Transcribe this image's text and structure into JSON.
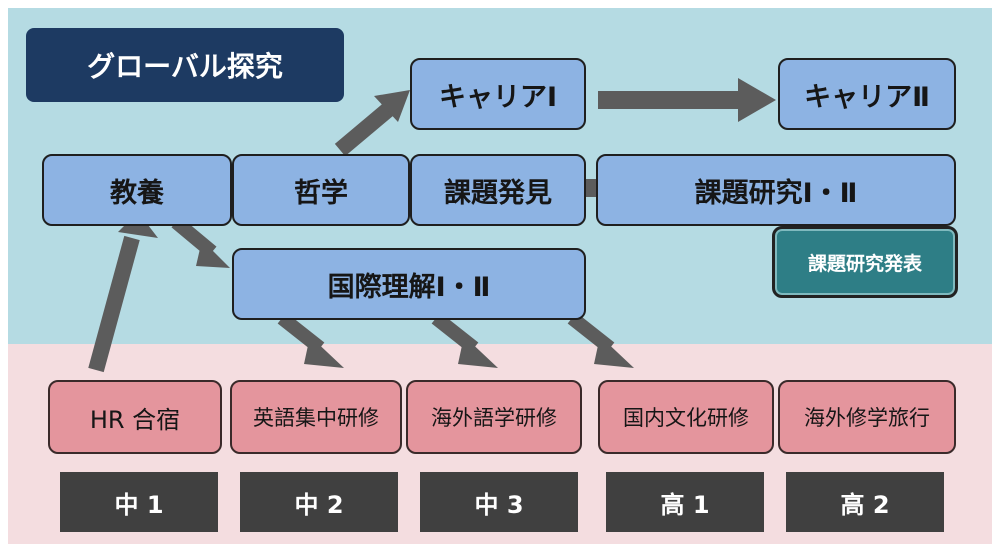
{
  "header": {
    "title": "グローバル探究"
  },
  "upper": {
    "kyouyou": "教養",
    "tetsugaku": "哲学",
    "kadai_hakken": "課題発見",
    "kadai_kenkyu": "課題研究Ⅰ・Ⅱ",
    "kokusai_rikai": "国際理解Ⅰ・Ⅱ",
    "career1": "キャリアⅠ",
    "career2": "キャリアⅡ",
    "presentation": "課題研究発表"
  },
  "programs": [
    {
      "label": "HR 合宿"
    },
    {
      "label": "英語集中研修"
    },
    {
      "label": "海外語学研修"
    },
    {
      "label": "国内文化研修"
    },
    {
      "label": "海外修学旅行"
    }
  ],
  "grades": [
    {
      "label": "中 1"
    },
    {
      "label": "中 2"
    },
    {
      "label": "中 3"
    },
    {
      "label": "高 1"
    },
    {
      "label": "高 2"
    }
  ],
  "colors": {
    "upper_band": "#b5dbe3",
    "lower_band": "#f4dde0",
    "blue_box": "#8db3e3",
    "pink_box": "#e4959d",
    "title_box": "#1d3a62",
    "teal_box": "#2e7e86",
    "grade_box": "#404040",
    "arrow": "#5c5c5c"
  }
}
